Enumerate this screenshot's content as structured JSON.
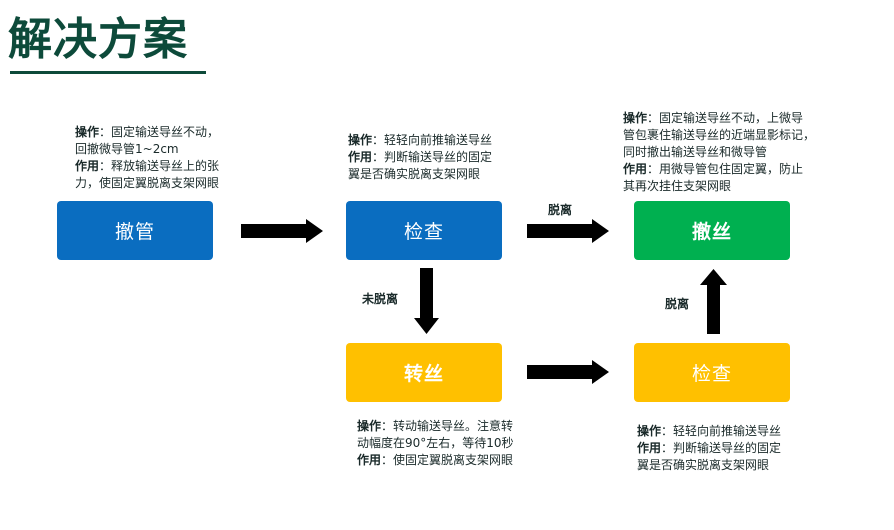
{
  "title": "解决方案",
  "colors": {
    "blue": "#0a6dc0",
    "green": "#00b050",
    "gold": "#ffc000",
    "title": "#0d4a3a"
  },
  "boxes": {
    "withdraw_tube": "撤管",
    "check_1": "检查",
    "withdraw_wire": "撤丝",
    "rotate_wire": "转丝",
    "check_2": "检查"
  },
  "notes": {
    "withdraw_tube": {
      "op_label": "操作",
      "op_text_1": "：固定输送导丝不动，",
      "op_text_2": "回撤微导管1~2cm",
      "fn_label": "作用",
      "fn_text_1": "：释放输送导丝上的张",
      "fn_text_2": "力，使固定翼脱离支架网眼"
    },
    "check_1": {
      "op_label": "操作",
      "op_text_1": "：轻轻向前推输送导丝",
      "fn_label": "作用",
      "fn_text_1": "：判断输送导丝的固定",
      "fn_text_2": "翼是否确实脱离支架网眼"
    },
    "withdraw_wire": {
      "op_label": "操作",
      "op_text_1": "：固定输送导丝不动，上微导",
      "op_text_2": "管包裹住输送导丝的近端显影标记，",
      "op_text_3": "同时撤出输送导丝和微导管",
      "fn_label": "作用",
      "fn_text_1": "：用微导管包住固定翼，防止",
      "fn_text_2": "其再次挂住支架网眼"
    },
    "rotate_wire": {
      "op_label": "操作",
      "op_text_1": "：转动输送导丝。注意转",
      "op_text_2": "动幅度在90°左右，等待10秒",
      "fn_label": "作用",
      "fn_text_1": "：使固定翼脱离支架网眼"
    },
    "check_2": {
      "op_label": "操作",
      "op_text_1": "：轻轻向前推输送导丝",
      "fn_label": "作用",
      "fn_text_1": "：判断输送导丝的固定",
      "fn_text_2": "翼是否确实脱离支架网眼"
    }
  },
  "arrow_labels": {
    "detached_top": "脱离",
    "not_detached": "未脱离",
    "detached_right": "脱离"
  }
}
